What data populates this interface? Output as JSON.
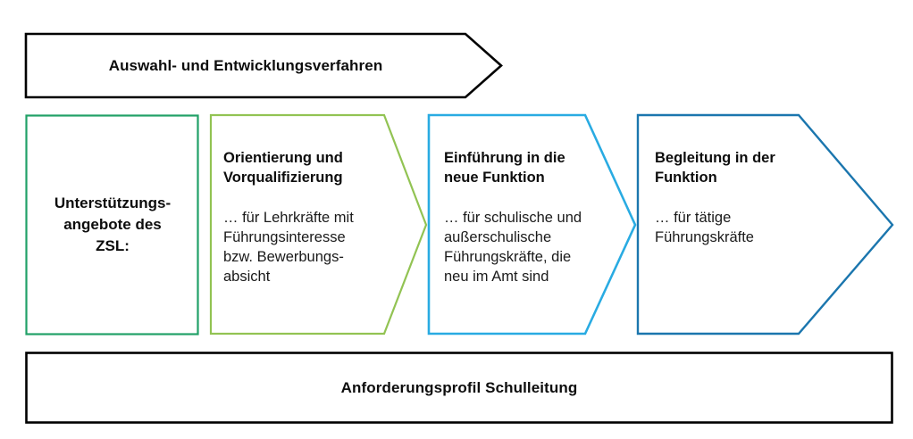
{
  "diagram": {
    "title_banner": {
      "label": "Auswahl- und Entwicklungsverfahren",
      "shape": "right-arrow",
      "border_color": "#000000",
      "fill_color": "#ffffff"
    },
    "footer_banner": {
      "label": "Anforderungsprofil Schulleitung",
      "shape": "rectangle",
      "border_color": "#000000",
      "fill_color": "#ffffff"
    },
    "stages": [
      {
        "id": "unterstuetzungsangebote",
        "shape": "rectangle",
        "border_color": "#21A167",
        "title": "Unterstützungs-\nangebote des\nZSL:",
        "body": ""
      },
      {
        "id": "orientierung",
        "shape": "chevron",
        "border_color": "#92C353",
        "title": "Orientierung und\nVorqualifizierung",
        "body": "… für Lehrkräfte mit\nFührungsinteresse\nbzw. Bewerbungs-\nabsicht"
      },
      {
        "id": "einfuehrung",
        "shape": "chevron",
        "border_color": "#29ABE2",
        "title": "Einführung in die\nneue Funktion",
        "body": "… für schulische und\naußerschulische\nFührungskräfte, die\nneu im Amt sind"
      },
      {
        "id": "begleitung",
        "shape": "right-arrow",
        "border_color": "#1B76AE",
        "title": "Begleitung in der\nFunktion",
        "body": "… für tätige\nFührungskräfte"
      }
    ]
  }
}
